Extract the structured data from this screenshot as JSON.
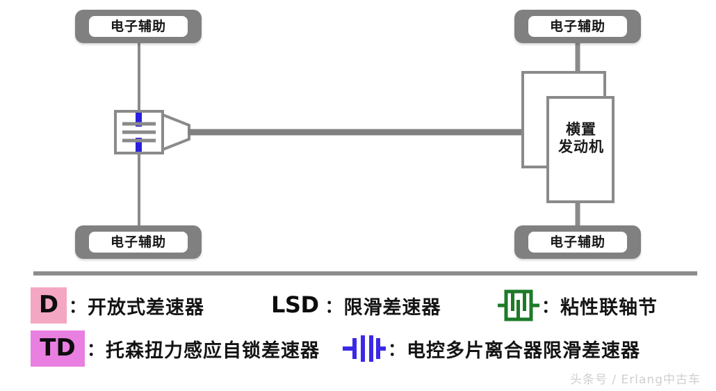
{
  "diagram": {
    "title": "FF (front-engine front-wheel-drive) layout schematic",
    "wheels": [
      {
        "id": "front-left",
        "label": "电子辅助"
      },
      {
        "id": "front-right",
        "label": "电子辅助"
      },
      {
        "id": "rear-left",
        "label": "电子辅助"
      },
      {
        "id": "rear-right",
        "label": "电子辅助"
      }
    ],
    "engine": {
      "label_line1": "横置",
      "label_line2": "发动机"
    },
    "center_unit": {
      "icon": "open-differential-icon",
      "note": ""
    },
    "colors": {
      "wheel_fill": "#808080",
      "wheel_inner": "#ffffff",
      "shaft": "#808080",
      "box_stroke": "#8a8a8a",
      "differential_blue": "#2a1ee0",
      "viscous_green": "#1d7a28",
      "clutch_blue": "#3a2ae8"
    }
  },
  "legend": {
    "rows": [
      {
        "items": [
          {
            "badge": "D",
            "badge_style": "pink",
            "separator": "：",
            "text": "开放式差速器",
            "icon": ""
          },
          {
            "badge": "LSD",
            "badge_style": "plain",
            "separator": "：",
            "text": "限滑差速器",
            "icon": ""
          },
          {
            "badge": "",
            "badge_style": "icon",
            "separator": "：",
            "text": "粘性联轴节",
            "icon": "viscous-coupling-icon"
          }
        ]
      },
      {
        "items": [
          {
            "badge": "TD",
            "badge_style": "magenta",
            "separator": "：",
            "text": "托森扭力感应自锁差速器",
            "icon": ""
          },
          {
            "badge": "",
            "badge_style": "icon",
            "separator": "：",
            "text": "电控多片离合器限滑差速器",
            "icon": "multiplate-clutch-icon"
          }
        ]
      }
    ]
  },
  "watermark": {
    "text": "头条号 / Erlang中古车"
  }
}
